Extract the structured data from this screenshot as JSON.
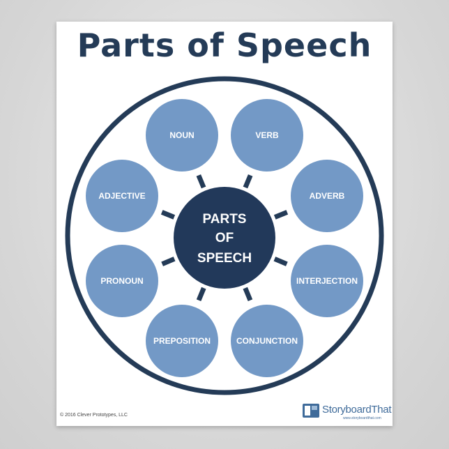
{
  "poster": {
    "title": "Parts of Speech",
    "copyright": "© 2016 Clever Prototypes, LLC",
    "logo_text": "StoryboardThat",
    "logo_url": "www.storyboardthat.com"
  },
  "diagram": {
    "center_lines": [
      "PARTS",
      "OF",
      "SPEECH"
    ],
    "nodes": [
      "NOUN",
      "VERB",
      "ADVERB",
      "INTERJECTION",
      "CONJUNCTION",
      "PREPOSITION",
      "PRONOUN",
      "ADJECTIVE"
    ]
  },
  "colors": {
    "outer_ring": "#243b57",
    "center_fill": "#22395a",
    "node_fill": "#7399c6",
    "spoke": "#243b57",
    "title": "#243b57"
  }
}
